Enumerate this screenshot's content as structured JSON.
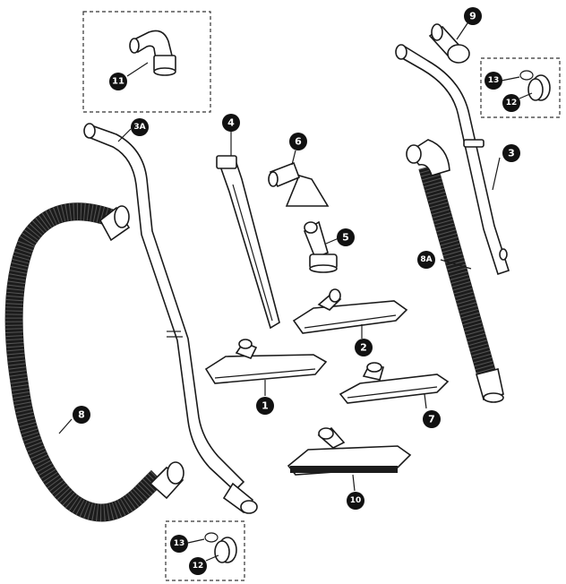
{
  "callouts": {
    "c1": "1",
    "c2": "2",
    "c3": "3",
    "c3a": "3A",
    "c4": "4",
    "c5": "5",
    "c6": "6",
    "c7": "7",
    "c8": "8",
    "c8a": "8A",
    "c9": "9",
    "c10": "10",
    "c11": "11",
    "c12_top": "12",
    "c13_top": "13",
    "c12_bottom": "12",
    "c13_bottom": "13"
  },
  "colors": {
    "callout_fill": "#111111",
    "outline": "#1a1a1a",
    "hose": "#1c1c1c"
  }
}
